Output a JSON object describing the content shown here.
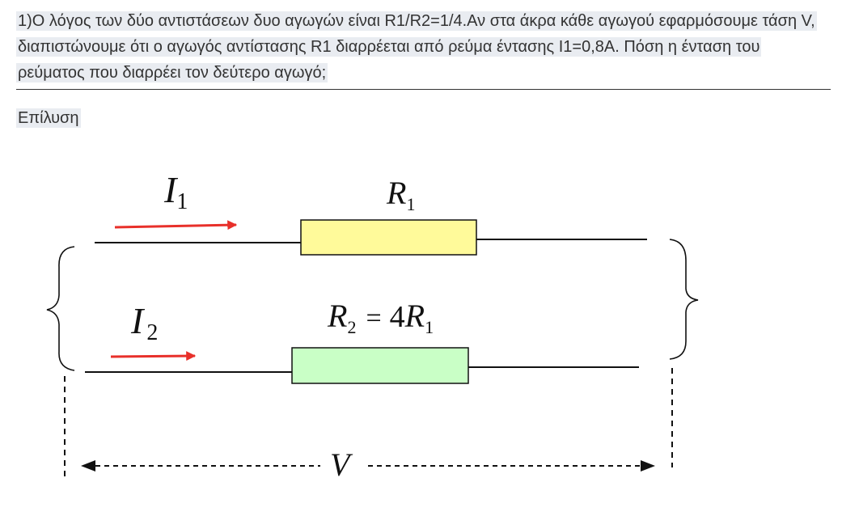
{
  "problem": {
    "text": "1)Ο λόγος των δύο αντιστάσεων δυο αγωγών είναι R1/R2=1/4.Αν στα άκρα κάθε αγωγού εφαρμόσουμε τάση V, διαπιστώνουμε ότι ο αγωγός αντίστασης R1 διαρρέεται από ρεύμα έντασης I1=0,8A. Πόση η ένταση του ρεύματος που διαρρέει τον δεύτερο αγωγό;"
  },
  "solution": {
    "label": "Επίλυση"
  },
  "diagram": {
    "current1": {
      "symbol": "I",
      "subscript": "1"
    },
    "current2": {
      "symbol": "I",
      "subscript": "2"
    },
    "resistor1": {
      "symbol": "R",
      "subscript": "1"
    },
    "resistor2": {
      "symbol": "R",
      "subscript": "2",
      "equals": "=",
      "coefficient": "4",
      "ref_symbol": "R",
      "ref_subscript": "1"
    },
    "voltage": {
      "symbol": "V"
    },
    "colors": {
      "arrow": "#e8302a",
      "resistor1_fill": "#fffa9a",
      "resistor2_fill": "#c9ffc6",
      "wire": "#111111"
    }
  }
}
